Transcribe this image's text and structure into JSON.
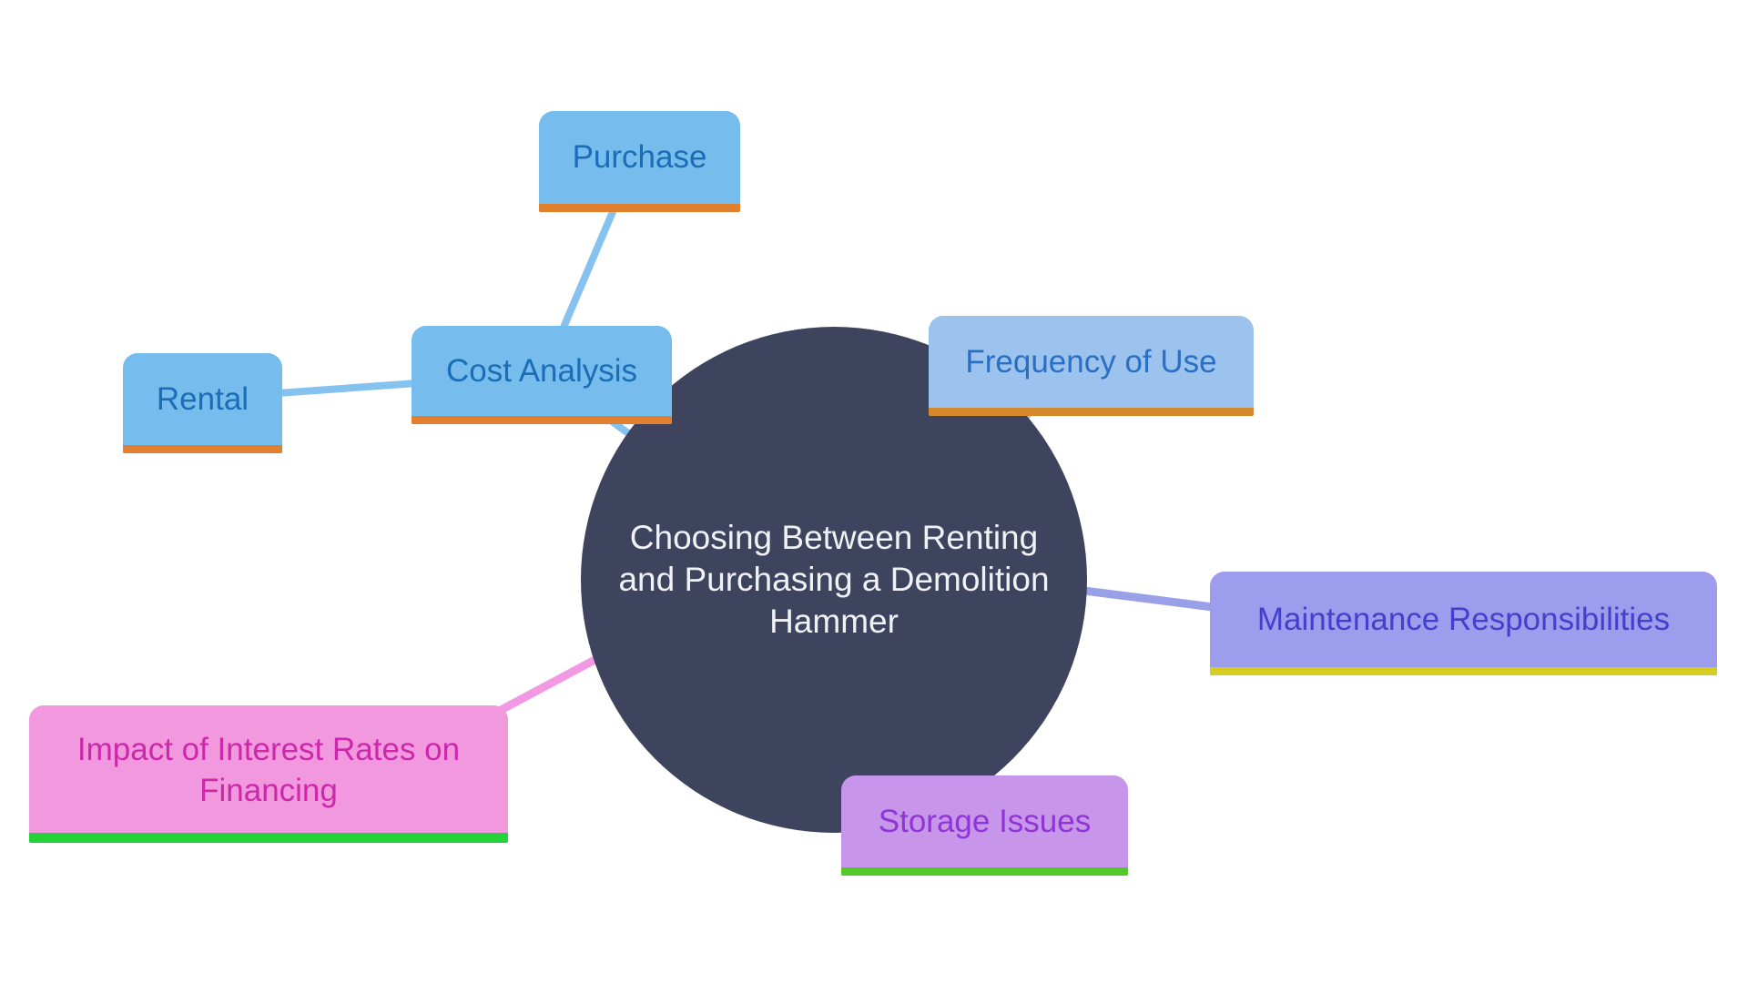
{
  "diagram": {
    "type": "mind-map",
    "title": "Choosing Between Renting and Purchasing a Demolition Hammer",
    "center": {
      "label": "Choosing Between Renting and Purchasing a Demolition Hammer",
      "label_lines": {
        "line1": "Choosing Between Renting",
        "line2": "and Purchasing a Demolition",
        "line3": "Hammer"
      },
      "fill": "#3e435e",
      "text_color": "#f1f2f6"
    },
    "nodes": {
      "cost_analysis": {
        "label": "Cost Analysis",
        "fill": "#76bcec",
        "text_color": "#1a6db6",
        "bar_color": "#e2802e"
      },
      "purchase": {
        "label": "Purchase",
        "fill": "#76bcec",
        "text_color": "#1a6db6",
        "bar_color": "#e2802e"
      },
      "rental": {
        "label": "Rental",
        "fill": "#76bcec",
        "text_color": "#1a6db6",
        "bar_color": "#e2802e"
      },
      "frequency_of_use": {
        "label": "Frequency of Use",
        "fill": "#9cc3ee",
        "text_color": "#2b6fc2",
        "bar_color": "#d5882c"
      },
      "maintenance_responsibilities": {
        "label": "Maintenance Responsibilities",
        "fill": "#9c9ded",
        "text_color": "#4341cb",
        "bar_color": "#d5cd22"
      },
      "storage_issues": {
        "label": "Storage Issues",
        "fill": "#c795e9",
        "text_color": "#8f35d6",
        "bar_color": "#52c926"
      },
      "impact_of_interest_rates": {
        "label": "Impact of Interest Rates on Financing",
        "label_lines": {
          "line1": "Impact of Interest Rates on",
          "line2": "Financing"
        },
        "fill": "#f198de",
        "text_color": "#cb29a9",
        "bar_color": "#26d23a"
      }
    },
    "edges": [
      {
        "from": "purchase",
        "to": "cost_analysis",
        "color": "#85c2ef"
      },
      {
        "from": "rental",
        "to": "cost_analysis",
        "color": "#85c2ef"
      },
      {
        "from": "cost_analysis",
        "to": "center",
        "color": "#85c2ef"
      },
      {
        "from": "frequency_of_use",
        "to": "center",
        "color": "#9ac6ef"
      },
      {
        "from": "maintenance_responsibilities",
        "to": "center",
        "color": "#9aa0e8"
      },
      {
        "from": "impact_of_interest_rates",
        "to": "center",
        "color": "#f19ae3"
      }
    ]
  }
}
